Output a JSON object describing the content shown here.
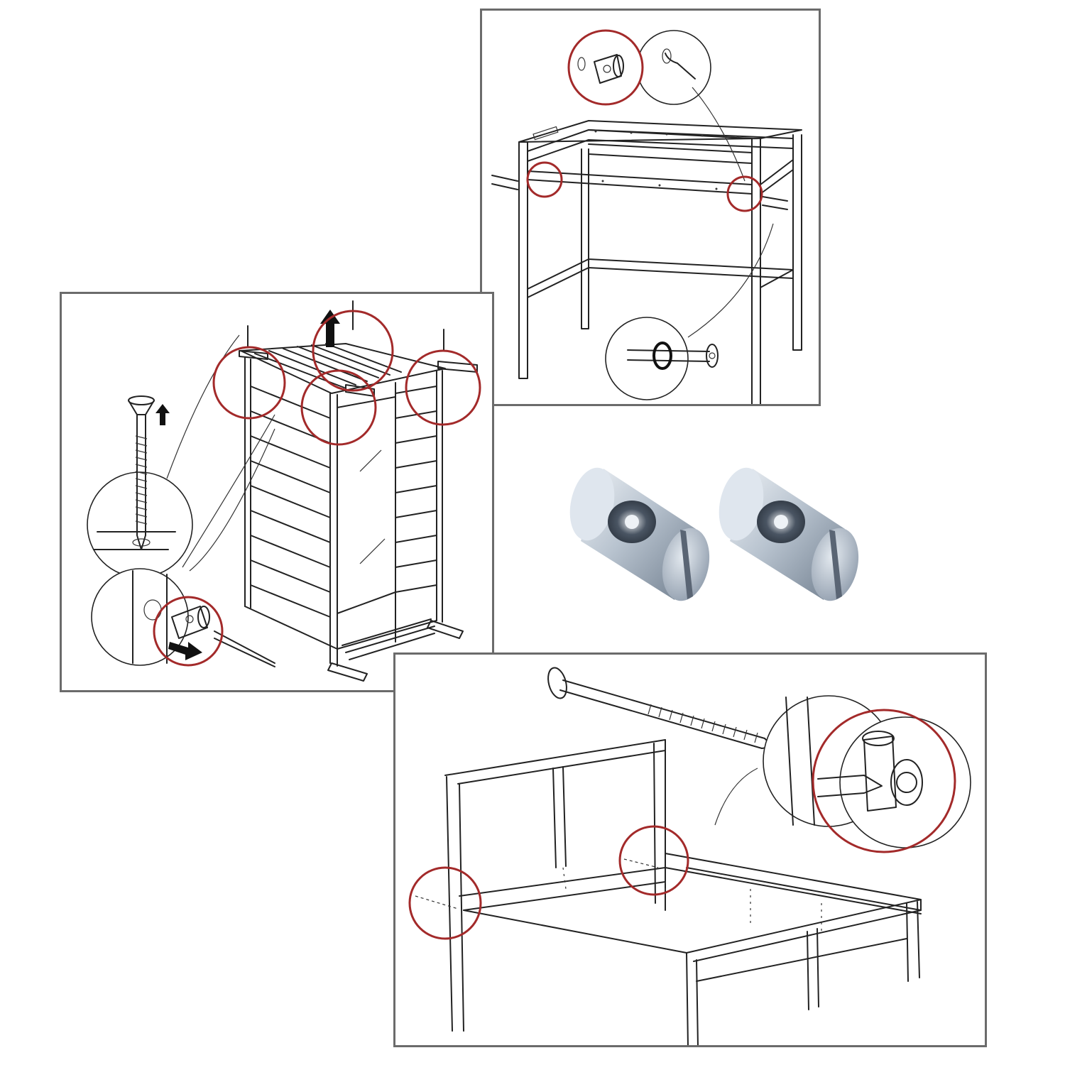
{
  "colors": {
    "highlight_ring": "#a32a2a",
    "panel_border": "#6b6b6b",
    "line_art": "#222222",
    "metal_light": "#dfe6ee",
    "metal_mid": "#aab6c4",
    "metal_dark": "#6e7c8c"
  },
  "panels": [
    {
      "name": "loft-bed-assembly-diagram",
      "icons": [
        "barrel-nut-icon",
        "bolt-icon",
        "hex-key-icon"
      ]
    },
    {
      "name": "crib-assembly-diagram",
      "icons": [
        "screw-icon",
        "barrel-nut-icon",
        "screwdriver-icon",
        "arrow-up-icon",
        "arrow-right-icon"
      ]
    },
    {
      "name": "double-bed-assembly-diagram",
      "icons": [
        "bolt-icon",
        "barrel-nut-icon",
        "screwdriver-icon"
      ]
    }
  ],
  "product_photo": {
    "name": "barrel-nuts-photo",
    "count": 2
  }
}
